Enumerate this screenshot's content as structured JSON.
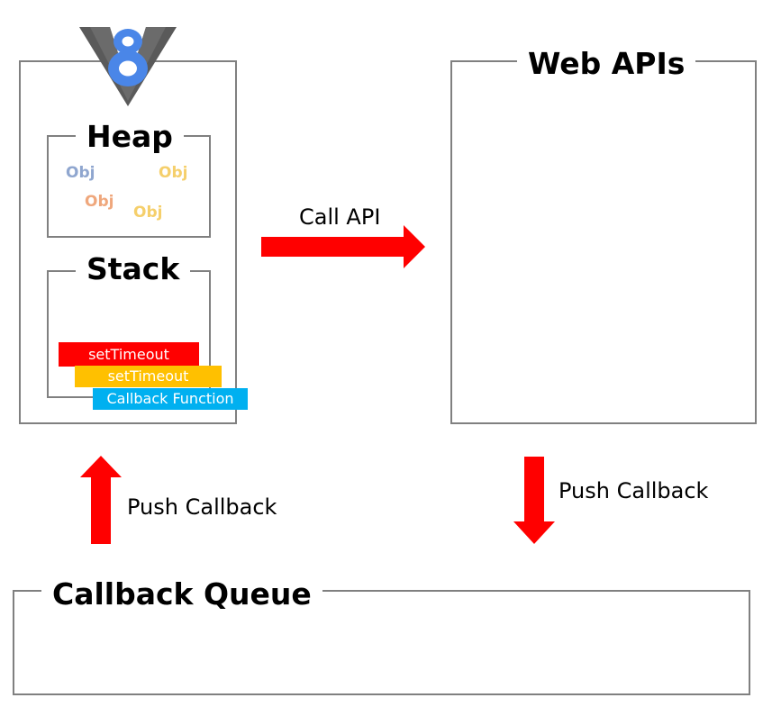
{
  "engine": {
    "logo_icon": "v8-logo-icon",
    "heap": {
      "title": "Heap",
      "objects": [
        {
          "label": "Obj",
          "color": "#8fa6cf"
        },
        {
          "label": "Obj",
          "color": "#f5cf6b"
        },
        {
          "label": "Obj",
          "color": "#efa77c"
        },
        {
          "label": "Obj",
          "color": "#f5cf6b"
        }
      ]
    },
    "stack": {
      "title": "Stack",
      "frames": [
        {
          "label": "setTimeout",
          "color": "#ff0000"
        },
        {
          "label": "setTimeout",
          "color": "#ffc000"
        },
        {
          "label": "Callback Function",
          "color": "#00b0f0"
        }
      ]
    }
  },
  "web_apis": {
    "title": "Web APIs"
  },
  "callback_queue": {
    "title": "Callback Queue"
  },
  "arrows": {
    "call_api": {
      "label": "Call API",
      "color": "#ff0000"
    },
    "push_callback_to_queue": {
      "label": "Push Callback",
      "color": "#ff0000"
    },
    "push_callback_to_stack": {
      "label": "Push Callback",
      "color": "#ff0000"
    }
  }
}
